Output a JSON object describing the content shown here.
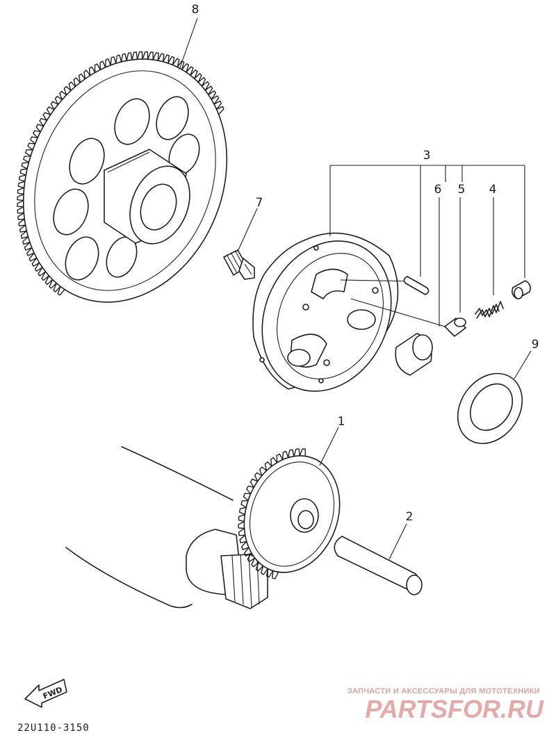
{
  "diagram": {
    "part_labels": {
      "p1": "1",
      "p2": "2",
      "p3": "3",
      "p4": "4",
      "p5": "5",
      "p6": "6",
      "p7": "7",
      "p8": "8",
      "p9": "9"
    },
    "fwd_marker": "FWD",
    "ref_code": "22U110-3150"
  },
  "watermark": {
    "tagline": "ЗАПЧАСТИ И АКСЕССУАРЫ ДЛЯ МОТОТЕХНИКИ",
    "brand": "PARTSFOR.RU",
    "color": "#e3aaaa"
  }
}
